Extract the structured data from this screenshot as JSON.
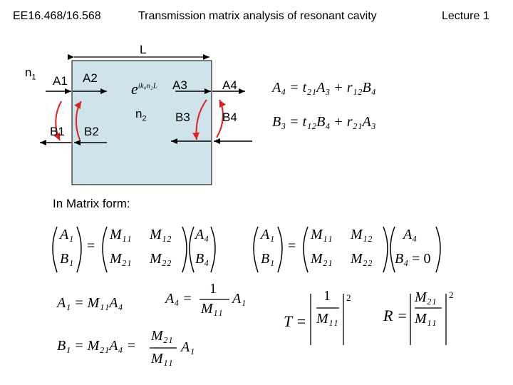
{
  "header": {
    "left": "EE16.468/16.568",
    "title": "Transmission matrix analysis of resonant cavity",
    "right": "Lecture 1"
  },
  "diagram": {
    "length_label": "L",
    "n1_label": "n",
    "n1_sub": "1",
    "n2_label": "n",
    "n2_sub": "2",
    "phase_base": "e",
    "phase_exp": "ik₀n₂L",
    "a1": "A1",
    "a2": "A2",
    "a3": "A3",
    "a4": "A4",
    "b1": "B1",
    "b2": "B2",
    "b3": "B3",
    "b4": "B4",
    "cavity_fill": "#cfe3ea",
    "arrow_color": "#e02020"
  },
  "equations": {
    "eq_a4": "A₄ = t₂₁A₃ + r₁₂B₄",
    "eq_b3": "B₃ = t₁₂B₄ + r₂₁A₃",
    "matrix_intro": "In Matrix form:",
    "eq_a1": "A₁ = M₁₁A₄",
    "eq_b1": "B₁ = M₂₁A₄ =",
    "b4_zero": "= 0",
    "one": "1",
    "two": "2",
    "m11": "M₁₁",
    "m12": "M₁₂",
    "m21": "M₂₁",
    "m22": "M₂₂",
    "a1s": "A₁",
    "b1s": "B₁",
    "a4s": "A₄",
    "b4s": "B₄",
    "a4_eq": "A₄ =",
    "t_eq": "T =",
    "r_eq": "R ="
  }
}
